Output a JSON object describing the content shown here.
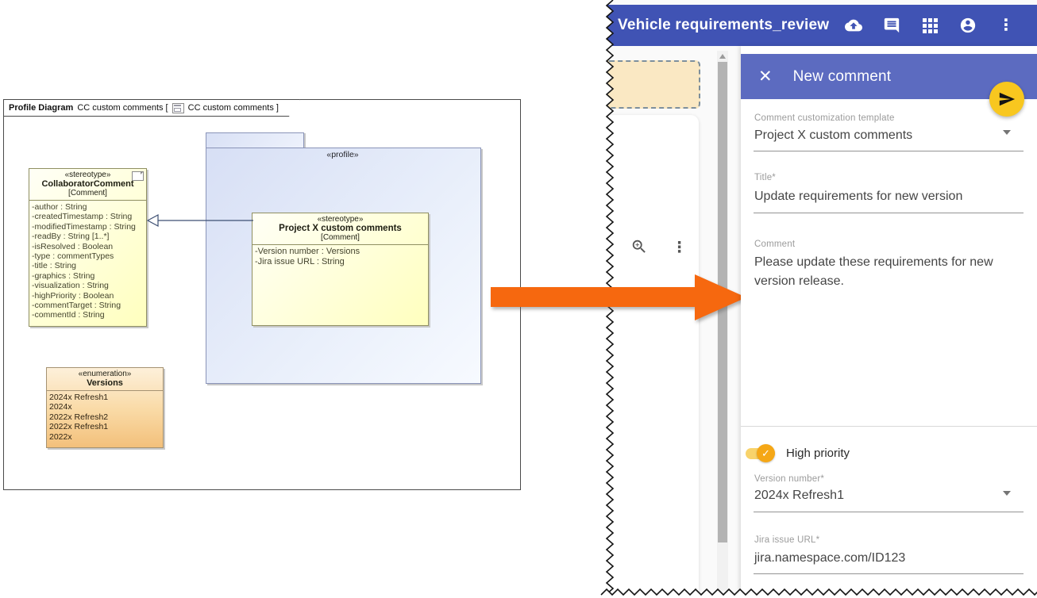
{
  "diagram": {
    "tab": {
      "type_label": "Profile Diagram",
      "context_label": "CC custom comments [",
      "context_end": "CC custom comments ]",
      "icon": "profile-diagram-icon"
    },
    "profile_stereotype": "«profile»",
    "collaborator": {
      "stereotype": "«stereotype»",
      "name": "CollaboratorComment",
      "kind": "[Comment]",
      "attributes": [
        "-author : String",
        "-createdTimestamp : String",
        "-modifiedTimestamp : String",
        "-readBy : String [1..*]",
        "-isResolved : Boolean",
        "-type : commentTypes",
        "-title : String",
        "-graphics : String",
        "-visualization : String",
        "-highPriority : Boolean",
        "-commentTarget : String",
        "-commentId : String"
      ]
    },
    "projectx": {
      "stereotype": "«stereotype»",
      "name": "Project X custom comments",
      "kind": "[Comment]",
      "attributes": [
        "-Version number : Versions",
        "-Jira issue URL : String"
      ]
    },
    "versions": {
      "stereotype": "«enumeration»",
      "name": "Versions",
      "literals": [
        "2024x Refresh1",
        "2024x",
        "2022x Refresh2",
        "2022x Refresh1",
        "2022x"
      ]
    },
    "arrow_color": "#f6680f"
  },
  "app": {
    "title": "Vehicle requirements_review",
    "header_color": "#4053b4",
    "header_icons": [
      "cloud-upload-icon",
      "comment-icon",
      "apps-grid-icon",
      "account-icon",
      "more-vertical-icon"
    ],
    "toolbar_icons": [
      "zoom-in-icon",
      "more-vertical-icon"
    ],
    "panel": {
      "title": "New comment",
      "header_color": "#5c6bc0",
      "close_glyph": "✕",
      "send_color": "#f8c71f",
      "fields": [
        {
          "label": "Comment customization template",
          "value": "Project X custom comments"
        },
        {
          "label": "Title*",
          "value": "Update requirements for new version"
        },
        {
          "label": "Comment",
          "value": "Please update these requirements for new version release."
        },
        {
          "label": "Version number*",
          "value": "2024x Refresh1"
        },
        {
          "label": "Jira issue URL*",
          "value": "jira.namespace.com/ID123"
        }
      ],
      "toggle": {
        "label": "High priority",
        "state": "on",
        "check_glyph": "✓",
        "color": "#f5a716"
      }
    }
  }
}
